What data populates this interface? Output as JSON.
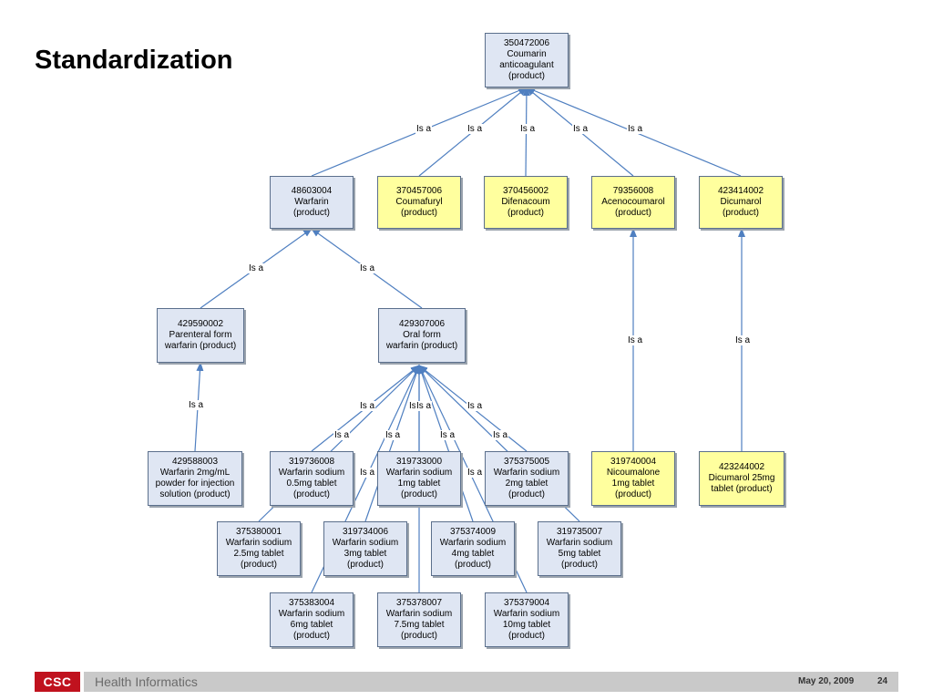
{
  "slide": {
    "title": "Standardization"
  },
  "edge_label": "Is a",
  "nodes": {
    "coumarin": {
      "lines": [
        "350472006",
        "Coumarin",
        "anticoagulant",
        "(product)"
      ]
    },
    "warfarin": {
      "lines": [
        "48603004",
        "Warfarin",
        "(product)"
      ]
    },
    "coumafuryl": {
      "lines": [
        "370457006",
        "Coumafuryl",
        "(product)"
      ]
    },
    "difenacoum": {
      "lines": [
        "370456002",
        "Difenacoum",
        "(product)"
      ]
    },
    "acenocoumarol": {
      "lines": [
        "79356008",
        "Acenocoumarol",
        "(product)"
      ]
    },
    "dicumarol": {
      "lines": [
        "423414002",
        "Dicumarol",
        "(product)"
      ]
    },
    "parenteral": {
      "lines": [
        "429590002",
        "Parenteral form",
        "warfarin (product)"
      ]
    },
    "oral": {
      "lines": [
        "429307006",
        "Oral form",
        "warfarin (product)"
      ]
    },
    "powder": {
      "lines": [
        "429588003",
        "Warfarin 2mg/mL",
        "powder for injection",
        "solution (product)"
      ]
    },
    "w05": {
      "lines": [
        "319736008",
        "Warfarin sodium",
        "0.5mg tablet",
        "(product)"
      ]
    },
    "w1": {
      "lines": [
        "319733000",
        "Warfarin sodium",
        "1mg tablet",
        "(product)"
      ]
    },
    "w2": {
      "lines": [
        "375375005",
        "Warfarin sodium",
        "2mg tablet",
        "(product)"
      ]
    },
    "nicoumalone": {
      "lines": [
        "319740004",
        "Nicoumalone",
        "1mg tablet",
        "(product)"
      ]
    },
    "dicumarol25": {
      "lines": [
        "423244002",
        "Dicumarol 25mg",
        "tablet (product)"
      ]
    },
    "w25": {
      "lines": [
        "375380001",
        "Warfarin sodium",
        "2.5mg tablet",
        "(product)"
      ]
    },
    "w3": {
      "lines": [
        "319734006",
        "Warfarin sodium",
        "3mg tablet",
        "(product)"
      ]
    },
    "w4": {
      "lines": [
        "375374009",
        "Warfarin sodium",
        "4mg tablet",
        "(product)"
      ]
    },
    "w5": {
      "lines": [
        "319735007",
        "Warfarin sodium",
        "5mg tablet",
        "(product)"
      ]
    },
    "w6": {
      "lines": [
        "375383004",
        "Warfarin sodium",
        "6mg tablet",
        "(product)"
      ]
    },
    "w75": {
      "lines": [
        "375378007",
        "Warfarin sodium",
        "7.5mg tablet",
        "(product)"
      ]
    },
    "w10": {
      "lines": [
        "375379004",
        "Warfarin sodium",
        "10mg tablet",
        "(product)"
      ]
    }
  },
  "colors": {
    "blue_fill": "#dfe6f3",
    "yellow_fill": "#ffff9e",
    "edge": "#4f7fc0",
    "brand_red": "#c0121e"
  },
  "footer": {
    "logo_text": "CSC",
    "org": "Health Informatics",
    "date": "May 20, 2009",
    "page": "24"
  }
}
